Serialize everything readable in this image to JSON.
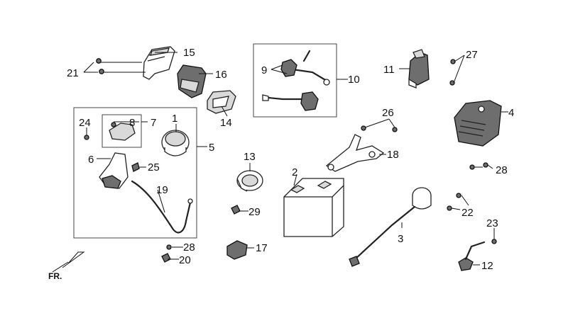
{
  "callouts": [
    {
      "id": "c1",
      "text": "1"
    },
    {
      "id": "c2",
      "text": "2"
    },
    {
      "id": "c3",
      "text": "3"
    },
    {
      "id": "c4",
      "text": "4"
    },
    {
      "id": "c5",
      "text": "5"
    },
    {
      "id": "c6",
      "text": "6"
    },
    {
      "id": "c7",
      "text": "7"
    },
    {
      "id": "c8",
      "text": "8"
    },
    {
      "id": "c9",
      "text": "9"
    },
    {
      "id": "c10",
      "text": "10"
    },
    {
      "id": "c11",
      "text": "11"
    },
    {
      "id": "c12",
      "text": "12"
    },
    {
      "id": "c13",
      "text": "13"
    },
    {
      "id": "c14",
      "text": "14"
    },
    {
      "id": "c15",
      "text": "15"
    },
    {
      "id": "c16",
      "text": "16"
    },
    {
      "id": "c17",
      "text": "17"
    },
    {
      "id": "c18",
      "text": "18"
    },
    {
      "id": "c19",
      "text": "19"
    },
    {
      "id": "c20",
      "text": "20"
    },
    {
      "id": "c21",
      "text": "21"
    },
    {
      "id": "c22",
      "text": "22"
    },
    {
      "id": "c23",
      "text": "23"
    },
    {
      "id": "c24",
      "text": "24"
    },
    {
      "id": "c25",
      "text": "25"
    },
    {
      "id": "c26",
      "text": "26"
    },
    {
      "id": "c27",
      "text": "27"
    },
    {
      "id": "c28a",
      "text": "28"
    },
    {
      "id": "c28b",
      "text": "28"
    },
    {
      "id": "c29",
      "text": "29"
    }
  ],
  "direction_marker": {
    "text": "FR."
  }
}
